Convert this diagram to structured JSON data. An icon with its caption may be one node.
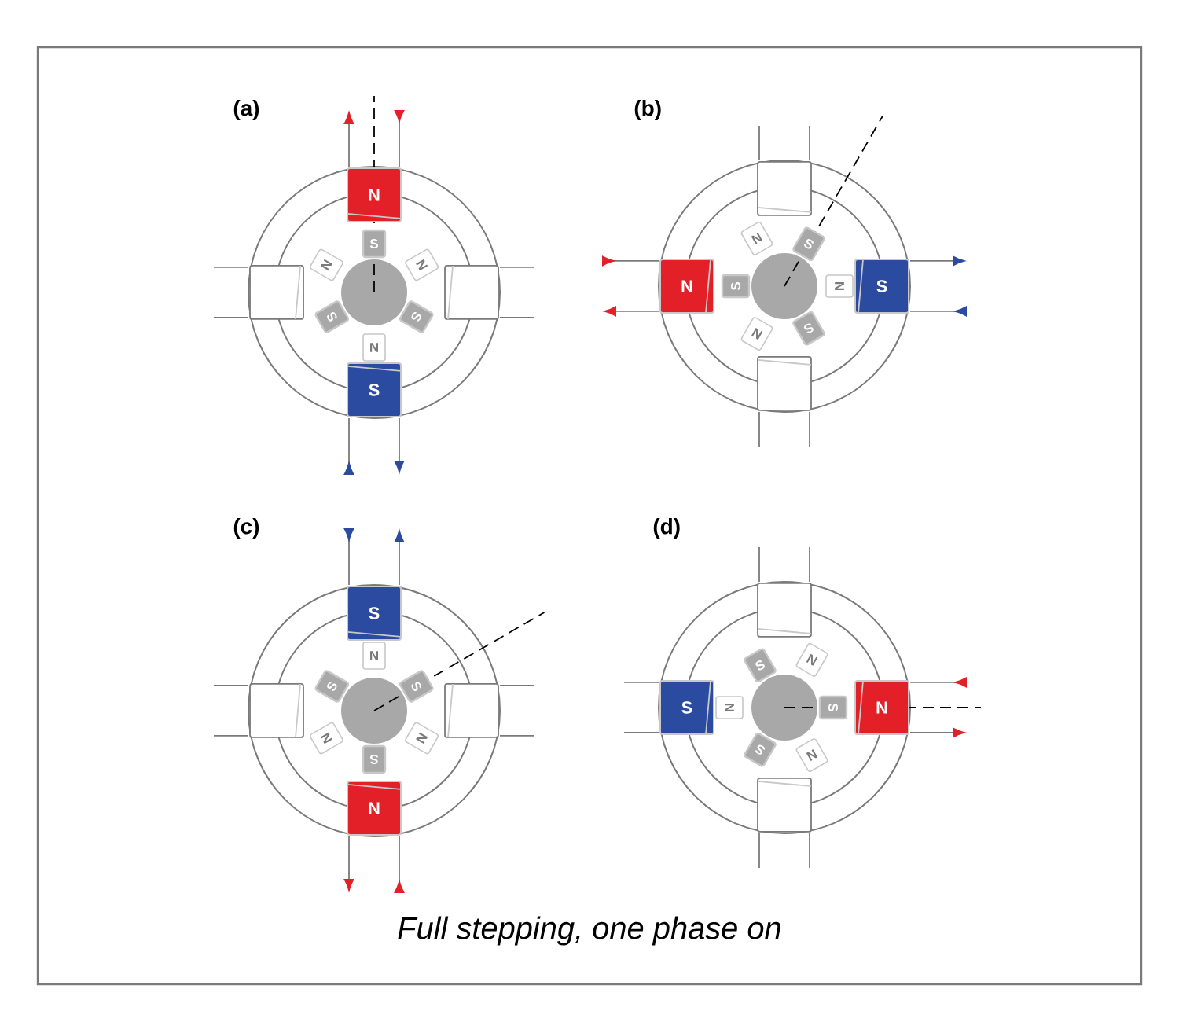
{
  "diagram": {
    "caption": "Full stepping, one phase on",
    "nodes": [
      {
        "text": [
          "N"
        ]
      },
      {
        "text": [],
        "shape": "box"
      },
      {
        "text": [],
        "shape": "box"
      },
      {
        "text": [
          "S"
        ]
      },
      {
        "text": [
          "S"
        ]
      },
      {
        "text": [
          "N"
        ]
      },
      {
        "text": [
          "N"
        ]
      },
      {
        "text": [
          "S"
        ]
      },
      {
        "text": [
          "S"
        ]
      },
      {
        "text": [
          "N"
        ]
      },
      {
        "text": [],
        "shape": "box"
      },
      {
        "text": [
          "N"
        ]
      },
      {
        "text": [
          "S"
        ]
      },
      {
        "text": [],
        "shape": "box"
      },
      {
        "text": [
          "N"
        ]
      },
      {
        "text": [
          "S"
        ]
      },
      {
        "text": [
          "S"
        ]
      },
      {
        "text": [
          "N"
        ]
      },
      {
        "text": [
          "N"
        ]
      },
      {
        "text": [
          "S"
        ]
      },
      {
        "text": [
          "S"
        ]
      },
      {
        "text": [],
        "shape": "box"
      },
      {
        "text": [],
        "shape": "box"
      },
      {
        "text": [
          "N"
        ]
      },
      {
        "text": [
          "N"
        ]
      },
      {
        "text": [
          "S"
        ]
      },
      {
        "text": [
          "S"
        ]
      },
      {
        "text": [
          "N"
        ]
      },
      {
        "text": [
          "N"
        ]
      },
      {
        "text": [
          "S"
        ]
      },
      {
        "text": [],
        "shape": "box"
      },
      {
        "text": [
          "S"
        ]
      },
      {
        "text": [
          "N"
        ]
      },
      {
        "text": [],
        "shape": "box"
      },
      {
        "text": [
          "S"
        ]
      },
      {
        "text": [
          "N"
        ]
      },
      {
        "text": [
          "N"
        ]
      },
      {
        "text": [
          "S"
        ]
      },
      {
        "text": [
          "S"
        ]
      },
      {
        "text": [
          "N"
        ]
      }
    ],
    "labels": [
      "(a)",
      "(b)",
      "(c)",
      "(d)"
    ]
  }
}
